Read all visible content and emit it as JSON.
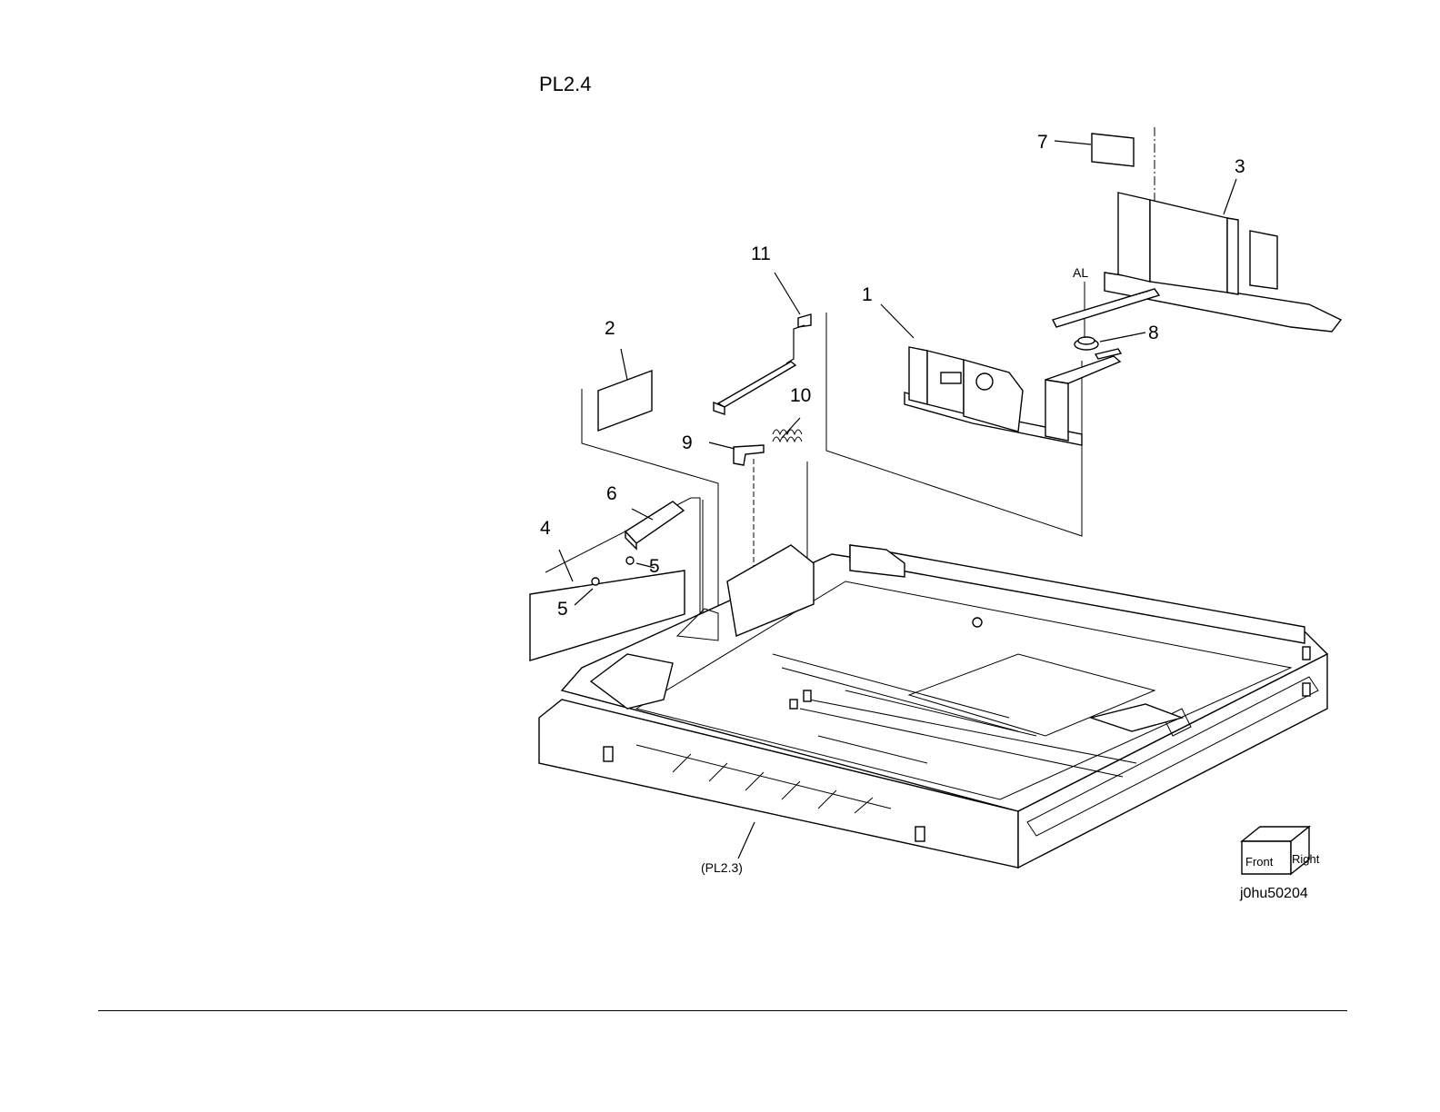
{
  "page": {
    "title": "PL2.4",
    "image_id": "j0hu50204"
  },
  "callouts": {
    "c1": "1",
    "c2": "2",
    "c3": "3",
    "c4": "4",
    "c5a": "5",
    "c5b": "5",
    "c6": "6",
    "c7": "7",
    "c8": "8",
    "c9": "9",
    "c10": "10",
    "c11": "11",
    "al": "AL"
  },
  "references": {
    "tray": "(PL2.3)"
  },
  "orientation_cube": {
    "front_label": "Front",
    "right_label": "Right"
  }
}
